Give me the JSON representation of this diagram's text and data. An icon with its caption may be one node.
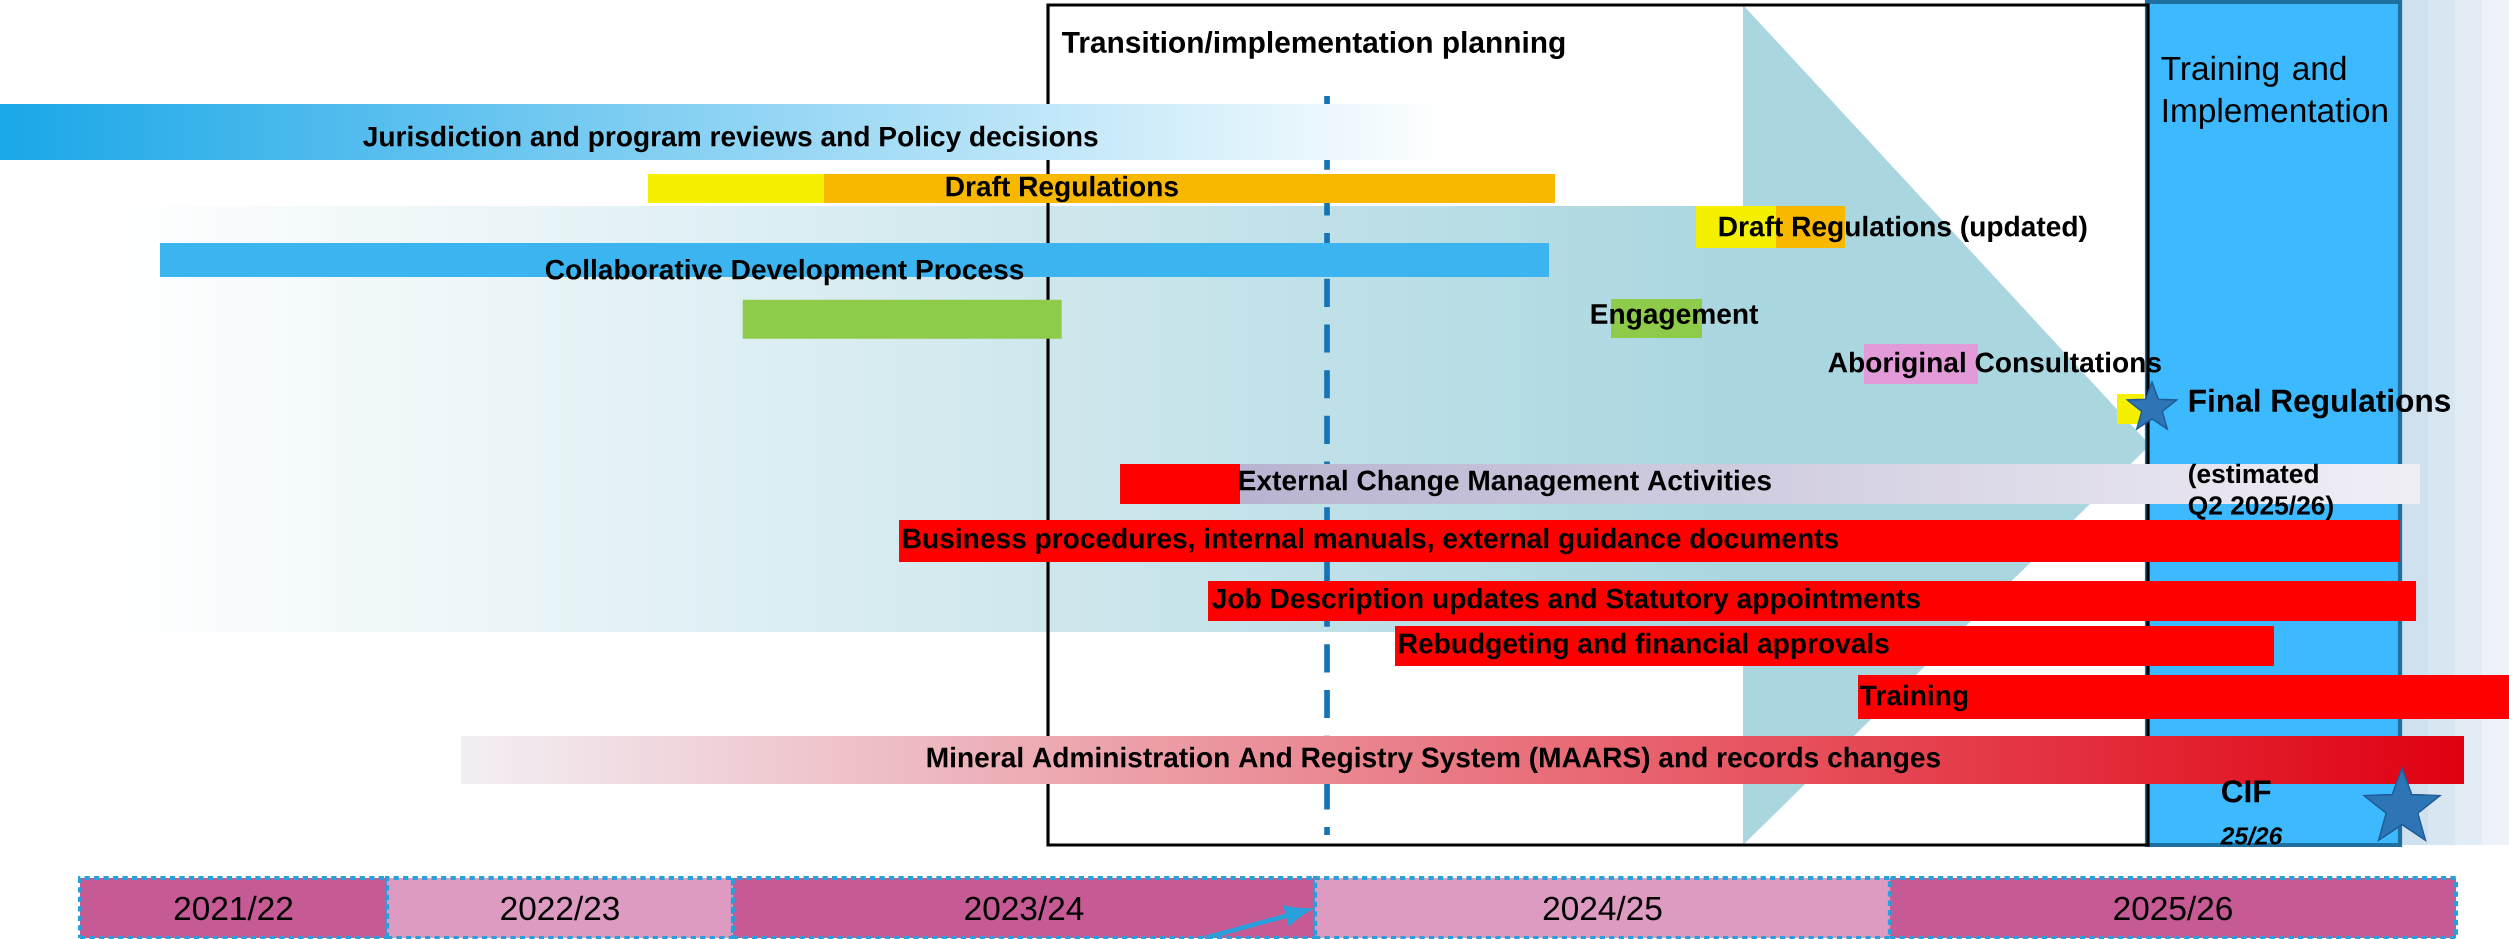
{
  "diagram": {
    "nodes": [
      {
        "text": [
          "Transition/implementation planning"
        ]
      },
      {
        "text": [
          "Training and Implementation"
        ]
      },
      {
        "text": [
          "Jurisdiction and program reviews and Policy decisions"
        ]
      },
      {
        "text": [
          "Draft Regulations"
        ]
      },
      {
        "text": [
          "Draft Regulations (updated)"
        ],
        "in": 0
      },
      {
        "text": [
          "Collaborative Development Process"
        ]
      },
      {
        "text": [],
        "shape": "bar"
      },
      {
        "text": [
          "Engagement"
        ],
        "in": 0
      },
      {
        "text": [
          "Aboriginal Consultations"
        ],
        "in": 0
      },
      {
        "text": [
          "Final Regulations",
          "(estimated Q2 2025/26)"
        ],
        "in": 1
      },
      {
        "text": [
          "External Change Management Activities"
        ]
      },
      {
        "text": [
          "Business procedures, internal manuals, external guidance documents"
        ]
      },
      {
        "text": [
          "Job Description updates and Statutory appointments"
        ]
      },
      {
        "text": [
          "Rebudgeting and financial approvals"
        ]
      },
      {
        "text": [
          "Training"
        ]
      },
      {
        "text": [
          "Mineral Administration And Registry System (MAARS) and records changes"
        ]
      },
      {
        "text": [
          "CIF",
          "25/26"
        ],
        "in": 1
      },
      {
        "text": [
          "2021/22"
        ]
      },
      {
        "text": [
          "2022/23"
        ]
      },
      {
        "text": [
          "2023/24"
        ]
      },
      {
        "text": [
          "2024/25"
        ]
      },
      {
        "text": [
          "2025/26"
        ]
      },
      {
        "text": [],
        "shape": "star"
      },
      {
        "text": [],
        "shape": "star",
        "in": 1
      }
    ],
    "edges": [
      {
        "from": 19,
        "to": 20,
        "arrow": "to"
      }
    ]
  }
}
